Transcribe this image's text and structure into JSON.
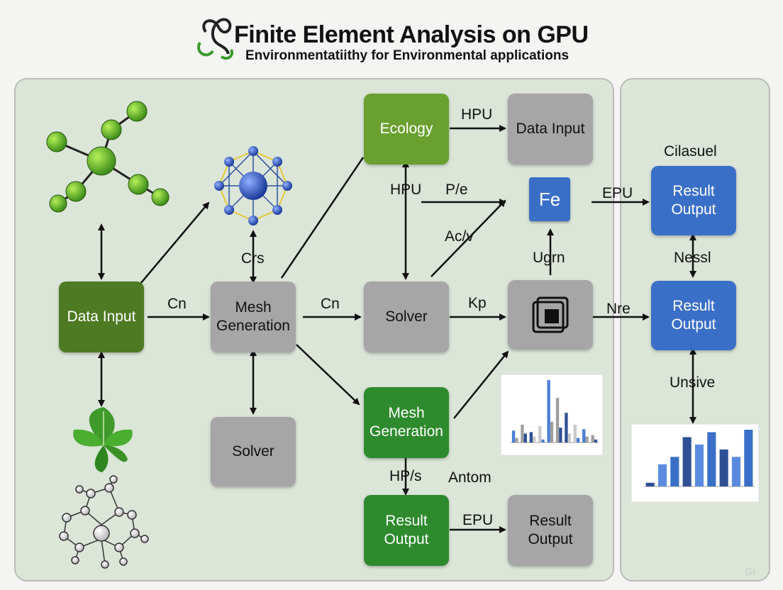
{
  "header": {
    "title": "Finite Element Analysis on GPU",
    "subtitle": "Environmentatiithy for Environmental applications"
  },
  "nodes": {
    "data_input_left": "Data Input",
    "mesh_generation_gray": "Mesh Generation",
    "solver_gray_lower": "Solver",
    "ecology": "Ecology",
    "data_input_top": "Data Input",
    "solver_center": "Solver",
    "mesh_generation_green": "Mesh Generation",
    "result_output_green": "Result Output",
    "result_output_gray": "Result Output",
    "fe_icon": "Fe",
    "result_output_blue_top": "Result Output",
    "result_output_blue_bottom": "Result Output"
  },
  "edge_labels": {
    "cn_1": "Cn",
    "cn_2": "Cn",
    "crs": "Crs",
    "hpu_top": "HPU",
    "hpu_mid": "HPU",
    "p_e": "P/e",
    "ac_v": "Ac/v",
    "kp": "Kp",
    "ugrn": "Ugrn",
    "epu_top": "EPU",
    "nre": "Nre",
    "hp_s": "HP/s",
    "antom": "Antom",
    "epu_bottom": "EPU",
    "cilasuel": "Cilasuel",
    "nessl": "Nessl",
    "unsive": "Unsive"
  },
  "watermark": "Gr",
  "colors": {
    "panel_bg": "#dbe5d8",
    "gray_box": "#a6a6a6",
    "olive_box": "#4e7a23",
    "lime_box": "#6aa02f",
    "green_box": "#2d8a2d",
    "blue_box": "#3a6fc8"
  },
  "icons": [
    "molecule-network-icon",
    "sphere-lattice-icon",
    "leaf-icon",
    "molecule-cluster-icon",
    "gpu-chip-icon",
    "finite-element-logo-icon"
  ],
  "chart_data": [
    {
      "type": "bar",
      "series": [
        {
          "values": [
            8,
            12,
            7,
            11,
            42,
            30,
            20,
            12,
            9,
            5
          ]
        },
        {
          "values": [
            3,
            6,
            4,
            2,
            14,
            10,
            6,
            3,
            4,
            2
          ]
        }
      ]
    },
    {
      "type": "bar",
      "series": [
        {
          "values": [
            3,
            18,
            24,
            40,
            34,
            44,
            30,
            24,
            46
          ]
        }
      ]
    }
  ]
}
